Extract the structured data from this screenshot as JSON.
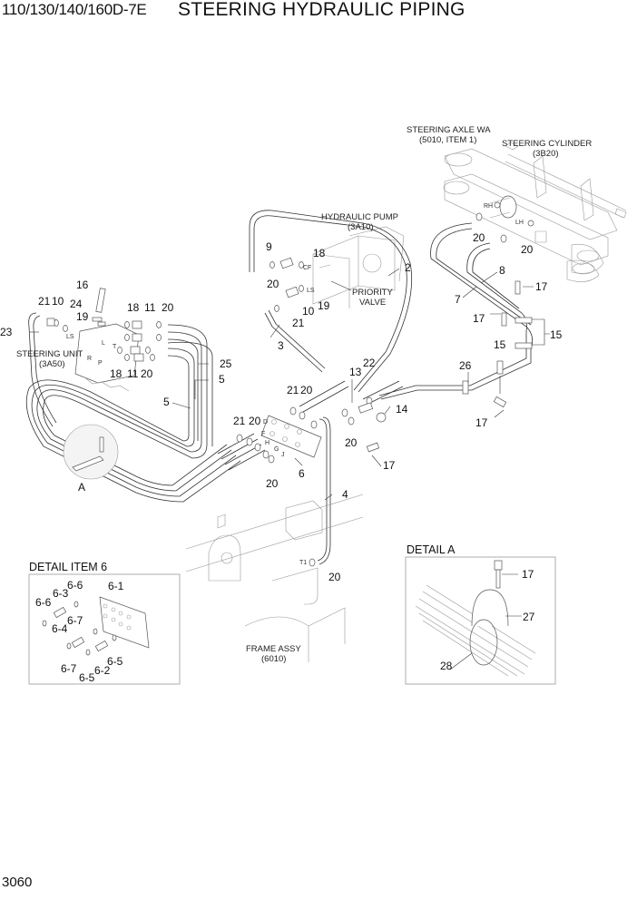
{
  "header": {
    "model": "110/130/140/160D-7E",
    "title": "STEERING HYDRAULIC PIPING"
  },
  "page_number": "3060",
  "components": {
    "steering_axle": {
      "name": "STEERING AXLE WA",
      "ref": "(5010, ITEM 1)"
    },
    "steering_cylinder": {
      "name": "STEERING CYLINDER",
      "ref": "(3B20)"
    },
    "hydraulic_pump": {
      "name": "HYDRAULIC PUMP",
      "ref": "(3A10)"
    },
    "priority_valve": {
      "name1": "PRIORITY",
      "name2": "VALVE"
    },
    "steering_unit": {
      "name": "STEERING UNIT",
      "ref": "(3A50)"
    },
    "frame_assy": {
      "name": "FRAME ASSY",
      "ref": "(6010)"
    }
  },
  "port_marks": {
    "rh": "RH",
    "lh": "LH",
    "cf": "CF",
    "ls": "LS",
    "ls2": "LS",
    "l": "L",
    "t": "T",
    "r": "R",
    "p": "P",
    "d": "D",
    "f": "F",
    "h": "H",
    "g": "G",
    "j": "J",
    "t1": "T1"
  },
  "callouts": {
    "c2": "2",
    "c3": "3",
    "c4": "4",
    "c5a": "5",
    "c5b": "5",
    "c6": "6",
    "c7": "7",
    "c8": "8",
    "c9": "9",
    "c10a": "10",
    "c10b": "10",
    "c11a": "11",
    "c11b": "11",
    "c13": "13",
    "c14": "14",
    "c15a": "15",
    "c15b": "15",
    "c16": "16",
    "c17a": "17",
    "c17b": "17",
    "c17c": "17",
    "c17d": "17",
    "c18a": "18",
    "c18b": "18",
    "c18c": "18",
    "c19a": "19",
    "c19b": "19",
    "c20a": "20",
    "c20b": "20",
    "c20c": "20",
    "c20d": "20",
    "c20e": "20",
    "c20f": "20",
    "c20g": "20",
    "c20h": "20",
    "c20i": "20",
    "c20j": "20",
    "c21a": "21",
    "c21b": "21",
    "c21c": "21",
    "c21d": "21",
    "c22": "22",
    "c23": "23",
    "c24": "24",
    "c25": "25",
    "c26": "26",
    "detail_ref": "A"
  },
  "detail_item6": {
    "title": "DETAIL ITEM 6",
    "labels": [
      "6-1",
      "6-6",
      "6-3",
      "6-6",
      "6-4",
      "6-7",
      "6-7",
      "6-5",
      "6-2",
      "6-5"
    ]
  },
  "detail_a": {
    "title": "DETAIL A",
    "labels": [
      "17",
      "27",
      "28"
    ]
  }
}
